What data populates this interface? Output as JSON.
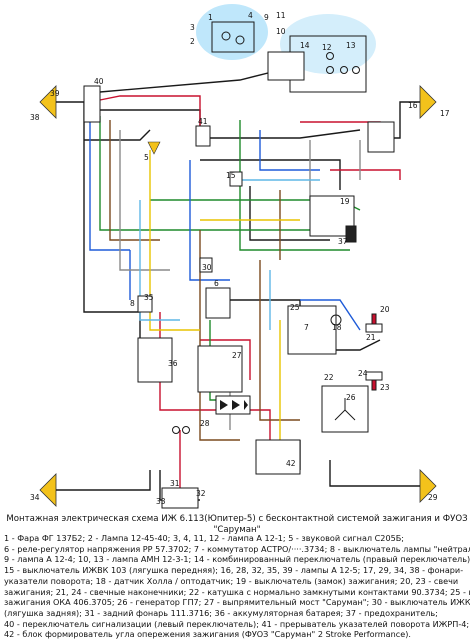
{
  "diagram": {
    "labels": [
      "1",
      "2",
      "3",
      "4",
      "5",
      "6",
      "7",
      "8",
      "9",
      "10",
      "11",
      "12",
      "13",
      "14",
      "15",
      "16",
      "17",
      "18",
      "19",
      "20",
      "21",
      "22",
      "23",
      "24",
      "25",
      "26",
      "27",
      "28",
      "29",
      "30",
      "31",
      "32",
      "33",
      "34",
      "35",
      "36",
      "37",
      "38",
      "39",
      "40",
      "41",
      "42"
    ]
  },
  "caption": "Монтажная электрическая схема ИЖ 6.113(Юпитер-5) с бесконтактной системой зажигания и ФУОЗ \"Саруман\"",
  "legend": [
    "1 - Фара ФГ 137Б2; 2 - Лампа 12-45-40; 3, 4, 11, 12 - лампа А 12-1; 5 - звуковой сигнал С205Б;",
    "6 - реле-регулятор напряжения РР 57.3702; 7 - коммутатор АСТРО/····.3734; 8 - выключатель лампы \"нейтраль\";",
    "9 - лампа А 12-4; 10, 13 - лампа АМН 12-3-1; 14 - комбинированный переключатель (правый переключатель);",
    "15 - выключатель ИЖВК 103 (лягушка передняя); 16, 28, 32, 35, 39 - лампы А 12-5; 17, 29, 34, 38 - фонари-",
    "указатели поворота; 18 - датчик Холла / оптодатчик; 19 - выключатель (замок) зажигания; 20, 23 - свечи",
    "зажигания; 21, 24 - свечные наконечники; 22 - катушка с нормально замкнутыми контактами 90.3734; 25 - катушка",
    "зажигания ОКА 406.3705; 26 - генератор ГП7; 27 - выпрямительный мост \"Саруман\"; 30 - выключатель ИЖКВ107",
    "(лягушка задняя); 31 - задний фонарь 111.3716; 36 - аккумуляторная батарея; 37 - предохранитель;",
    "40 - переключатель сигнализации (левый переключатель); 41 - прерыватель указателей поворота ИЖРП-4;",
    "42 - блок формирователь угла опережения зажигания (ФУОЗ \"Саруман\" 2 Stroke Performance)."
  ],
  "colors": {
    "wire_black": "#1a1a1a",
    "wire_red": "#c8102e",
    "wire_green": "#1f8a2b",
    "wire_blue": "#1e5bd8",
    "wire_brown": "#7a4a1e",
    "wire_gray": "#8a8a8a",
    "wire_yellow": "#e8c400",
    "wire_lightblue": "#5fb7e6",
    "headlight_glow": "#bfe7fb",
    "turn_lamp": "#f3c21b"
  }
}
